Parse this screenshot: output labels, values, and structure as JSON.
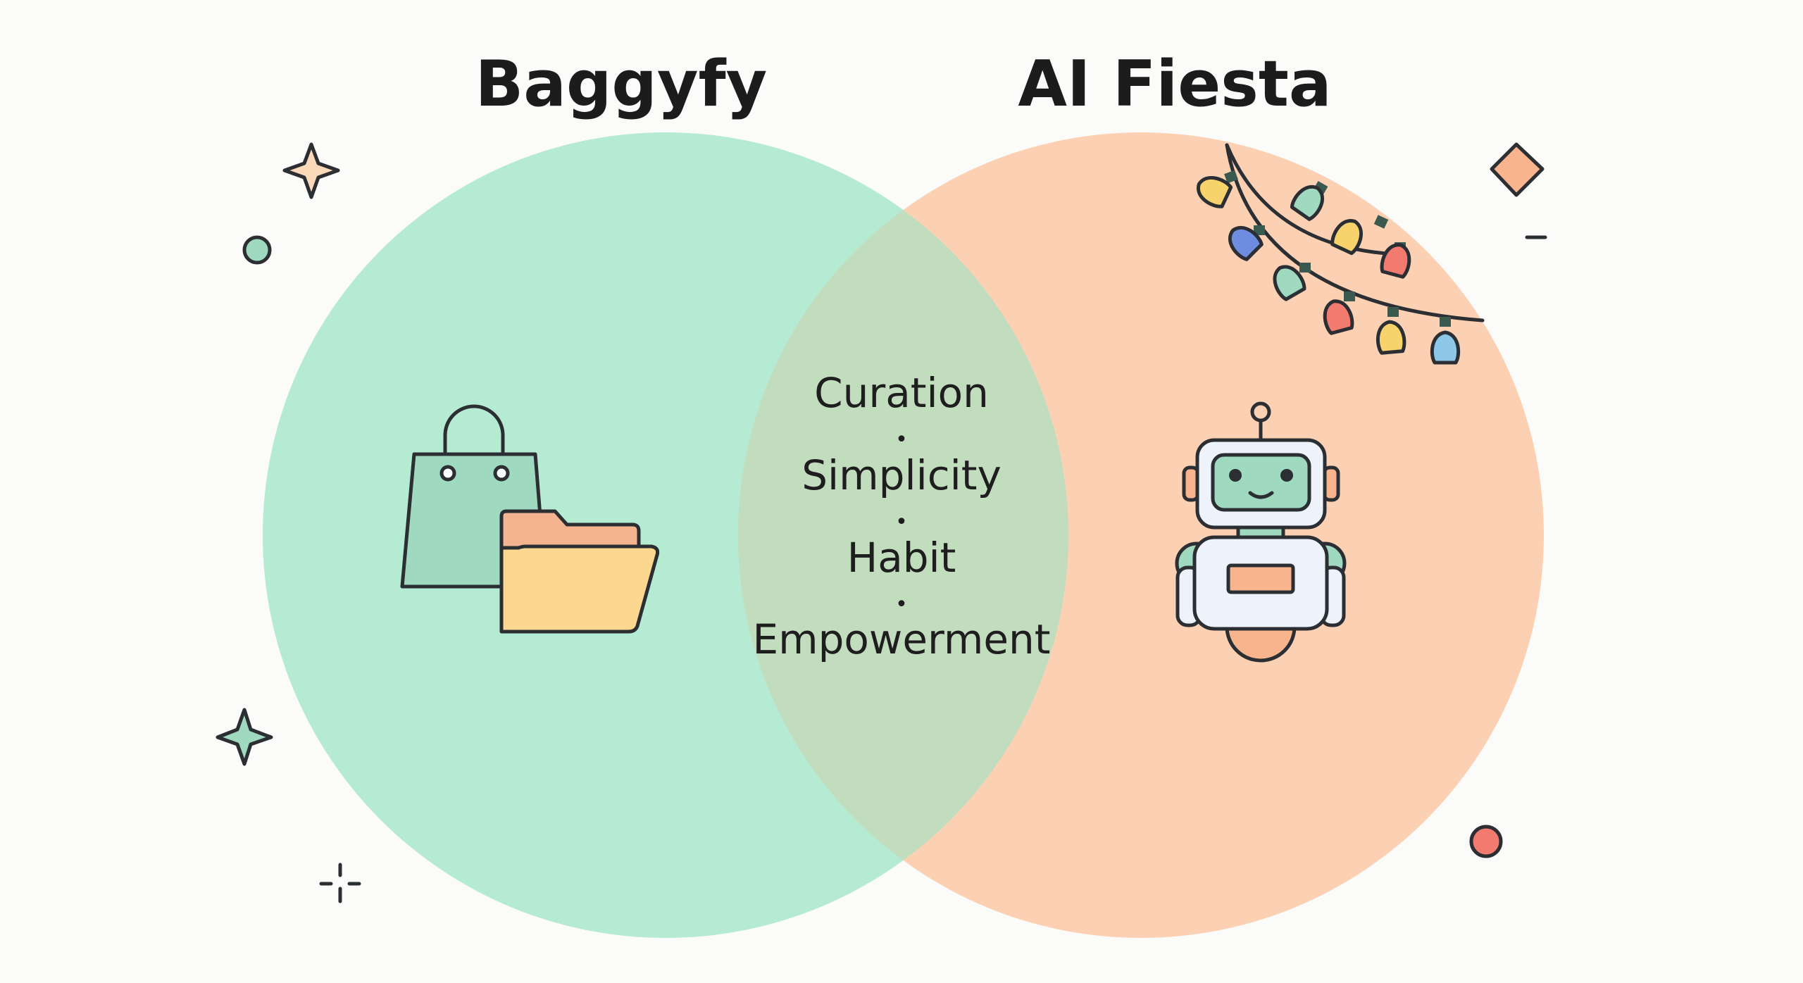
{
  "diagram": {
    "type": "venn",
    "left_set": {
      "label": "Baggyfy",
      "color": "#b5ead3",
      "icon": "shopping-bag-with-folder-icon"
    },
    "right_set": {
      "label": "AI Fiesta",
      "color": "#fcd0b2",
      "icon": "robot-icon",
      "decoration": "string-lights-icon"
    },
    "intersection": {
      "color": "#c2dcbe",
      "items": [
        "Curation",
        "Simplicity",
        "Habit",
        "Empowerment"
      ],
      "separator": "•"
    },
    "decorations": [
      "sparkle-icon",
      "circle-dot-icon",
      "diamond-sparkle-icon",
      "dash-icon",
      "crosshair-sparkle-icon"
    ]
  }
}
